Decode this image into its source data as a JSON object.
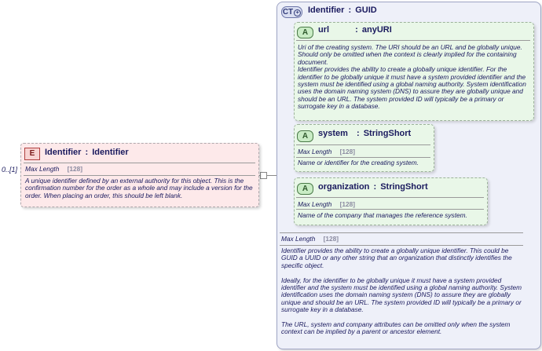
{
  "cardinality": "0..[1]",
  "element": {
    "badge": "E",
    "name": "Identifier",
    "colon": ":",
    "type": "Identifier",
    "max_length_label": "Max Length",
    "max_length_value": "[128]",
    "description": "A unique identifier defined by an external authority for this object.  This is the confirmation number for the order as a whole and may include a version for the order.  When placing an order, this should be left blank."
  },
  "complex_type": {
    "badge": "CT",
    "name": "Identifier",
    "colon": ":",
    "type": "GUID",
    "max_length_label": "Max Length",
    "max_length_value": "[128]",
    "description": "Identifier provides the ability to create a globally unique identifier.   This could be GUID a UUID or any other string that an organization that distinctly identifies the specific object.\n\nIdeally, for the identifier to be globally unique it must have a system provided identifier and the system must be identified using a global naming authority. System identification uses the domain naming system (DNS) to assure they are globally unique and should be an URL. The system provided ID will typically be a primary or surrogate key in a database.\n\nThe URL, system and company attributes can be omitted only when the system context can be implied by a parent or ancestor element."
  },
  "attributes": [
    {
      "badge": "A",
      "name": "url",
      "colon": ":",
      "type": "anyURI",
      "description": "Uri of the creating system. The URI should be an URL and be globally unique.  Should only be omitted when the context is clearly implied for the containing document.\nIdentifier provides the ability to create a globally unique identifier. For the identifier to be globally unique it must have a system provided identifier and the system must be identified using a global naming authority. System identification uses the domain naming system (DNS) to assure they are globally unique and should be an URL. The system provided ID will typically be a primary or surrogate key in a database."
    },
    {
      "badge": "A",
      "name": "system",
      "colon": ":",
      "type": "StringShort",
      "max_length_label": "Max Length",
      "max_length_value": "[128]",
      "description": "Name or identifier for the creating system."
    },
    {
      "badge": "A",
      "name": "organization",
      "colon": ":",
      "type": "StringShort",
      "max_length_label": "Max Length",
      "max_length_value": "[128]",
      "description": "Name of the company that manages the reference system."
    }
  ]
}
